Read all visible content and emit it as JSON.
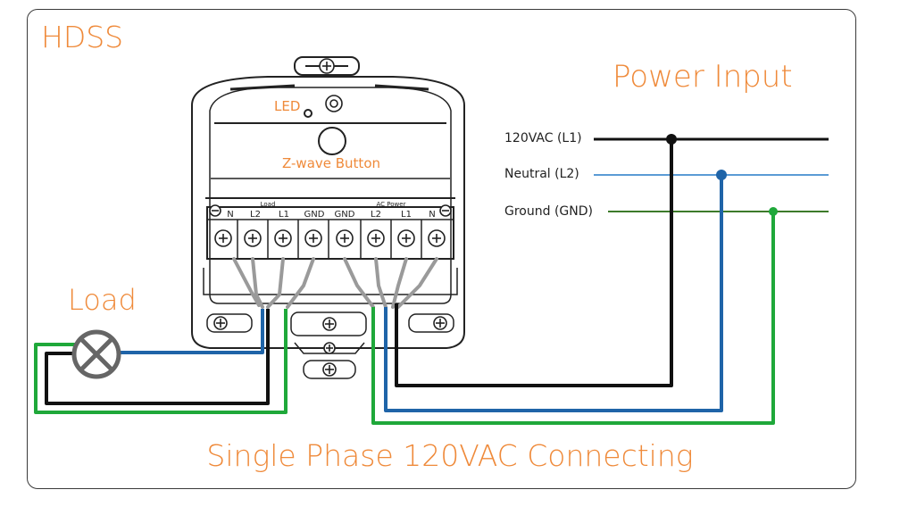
{
  "diagram": {
    "title": "HDSS",
    "power_input_label": "Power Input",
    "load_label": "Load",
    "caption": "Single Phase 120VAC Connecting",
    "device": {
      "led_label": "LED",
      "button_label": "Z-wave Button",
      "load_group_label": "Load",
      "ac_power_group_label": "AC Power",
      "terminals": [
        "N",
        "L2",
        "L1",
        "GND",
        "GND",
        "L2",
        "L1",
        "N"
      ]
    },
    "power_lines": [
      {
        "label": "120VAC (L1)",
        "color": "#111111"
      },
      {
        "label": "Neutral (L2)",
        "color": "#5b9bd5"
      },
      {
        "label": "Ground (GND)",
        "color": "#3d7a2a"
      }
    ],
    "colors": {
      "accent": "#ef8a3a",
      "line_wire": "#111111",
      "neutral_wire": "#1f64a8",
      "ground_wire": "#1fa83a",
      "frame": "#3a3a3a"
    },
    "icons": [
      "lamp-load-icon",
      "screw-icon",
      "led-icon",
      "button-icon"
    ]
  }
}
